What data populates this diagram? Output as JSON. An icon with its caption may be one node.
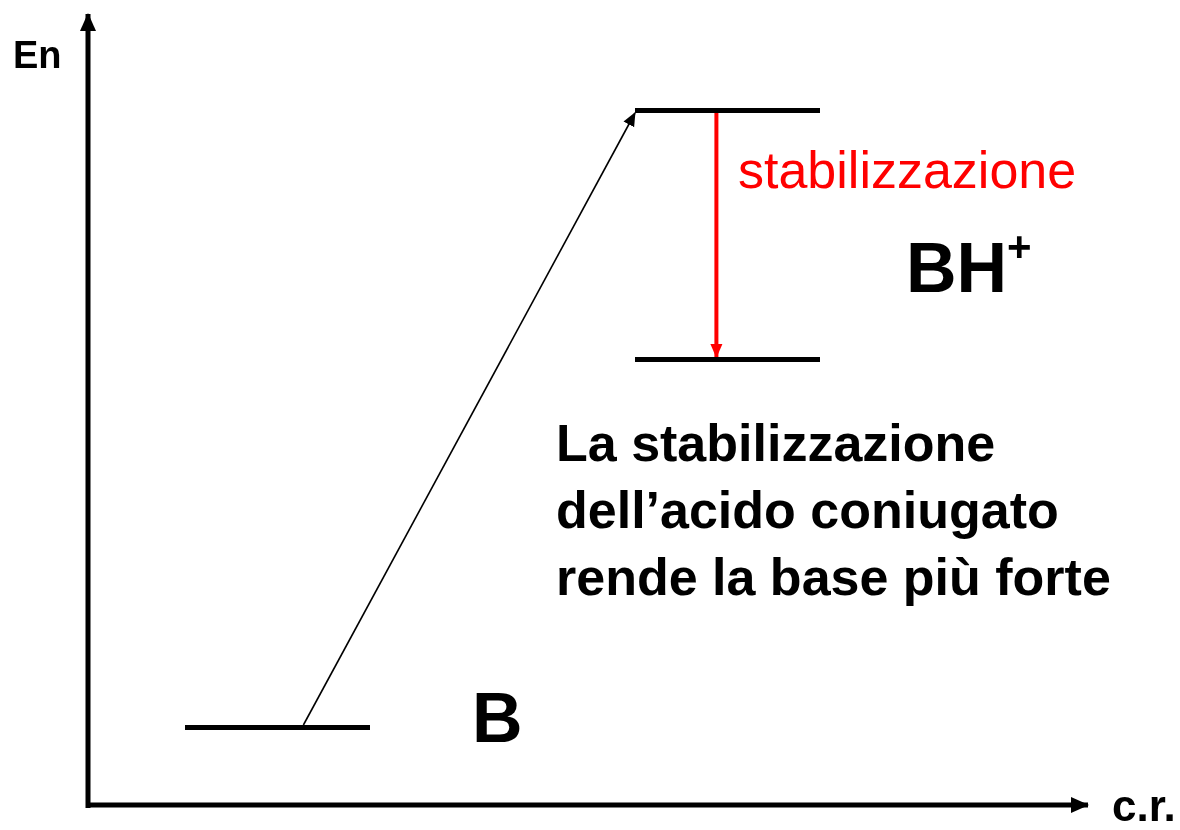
{
  "diagram": {
    "nodes": [
      {
        "text": [],
        "shape": "bar"
      },
      {
        "text": [],
        "shape": "bar"
      },
      {
        "text": [],
        "shape": "bar"
      }
    ],
    "edges": [
      {
        "from": 0,
        "to": 1,
        "arrow": "to"
      },
      {
        "from": 1,
        "to": 2,
        "arrow": "to",
        "label": "stabilizzazione",
        "style": "thick",
        "color": "#ff0000"
      }
    ],
    "labels": [
      "En",
      "c.r.",
      "BH$^{+}$",
      "La stabilizzazione dell’acido coniugato rende la base più forte",
      "B"
    ]
  }
}
